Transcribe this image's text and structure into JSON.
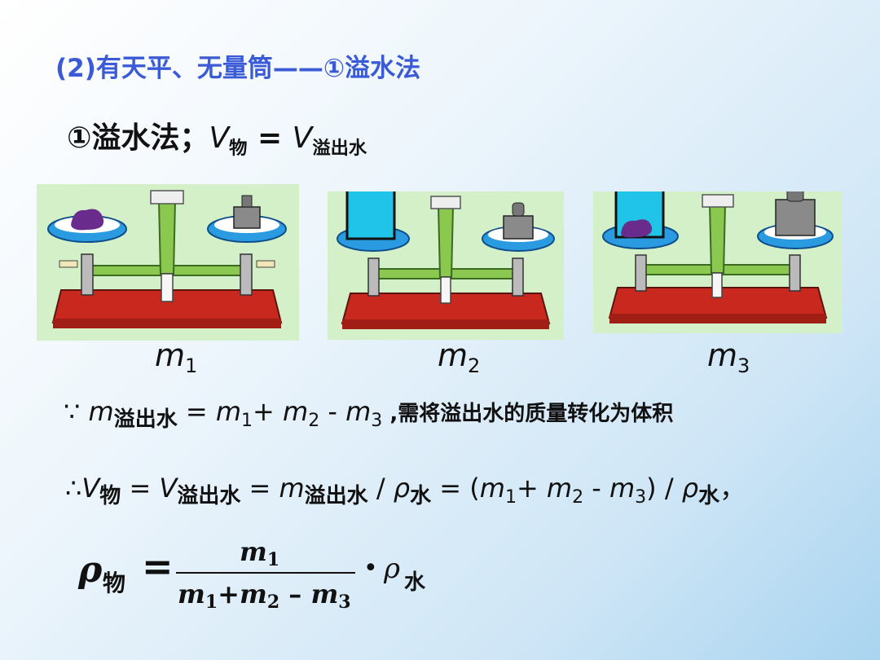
{
  "title": "(2)有天平、无量筒——①溢水法",
  "subtitle": {
    "lead": "①溢水法；",
    "v": "V",
    "obj": "物",
    "eq": " = ",
    "v2": "V",
    "over": "溢出水"
  },
  "labels": {
    "m1": {
      "m": "m",
      "n": "1"
    },
    "m2": {
      "m": "m",
      "n": "2"
    },
    "m3": {
      "m": "m",
      "n": "3"
    }
  },
  "line1": {
    "because": "∵ ",
    "m": "m",
    "over": "溢出水",
    "eq": " = ",
    "m1": "m",
    "n1": "1",
    "plus": "+ ",
    "m2": "m",
    "n2": "2",
    "minus": " - ",
    "m3": "m",
    "n3": "3",
    "text": " ,需将溢出水的质量转化为体积"
  },
  "line2": {
    "therefore": "∴",
    "v": "V",
    "obj": "物",
    "eq1": " = ",
    "v2": "V",
    "over1": "溢出水",
    "eq2": " = ",
    "m": "m",
    "over2": "溢出水",
    "div1": " / ",
    "rho": "ρ",
    "water1": "水",
    "eq3": " = (",
    "m1": "m",
    "n1": "1",
    "plus": "+ ",
    "m2": "m",
    "n2": "2",
    "minus": " - ",
    "m3": "m",
    "n3": "3",
    "close": ") / ",
    "rho2": "ρ",
    "water2": "水",
    "comma": "，"
  },
  "formula": {
    "rho": "ρ",
    "obj": "物",
    "eq": "=",
    "num_m": "m",
    "num_n": "1",
    "den": {
      "m1": "m",
      "n1": "1",
      "plus": "+",
      "m2": "m",
      "n2": "2",
      "minus": " – ",
      "m3": "m",
      "n3": "3"
    },
    "dot": "•",
    "rho2": "ρ",
    "water": "水"
  }
}
